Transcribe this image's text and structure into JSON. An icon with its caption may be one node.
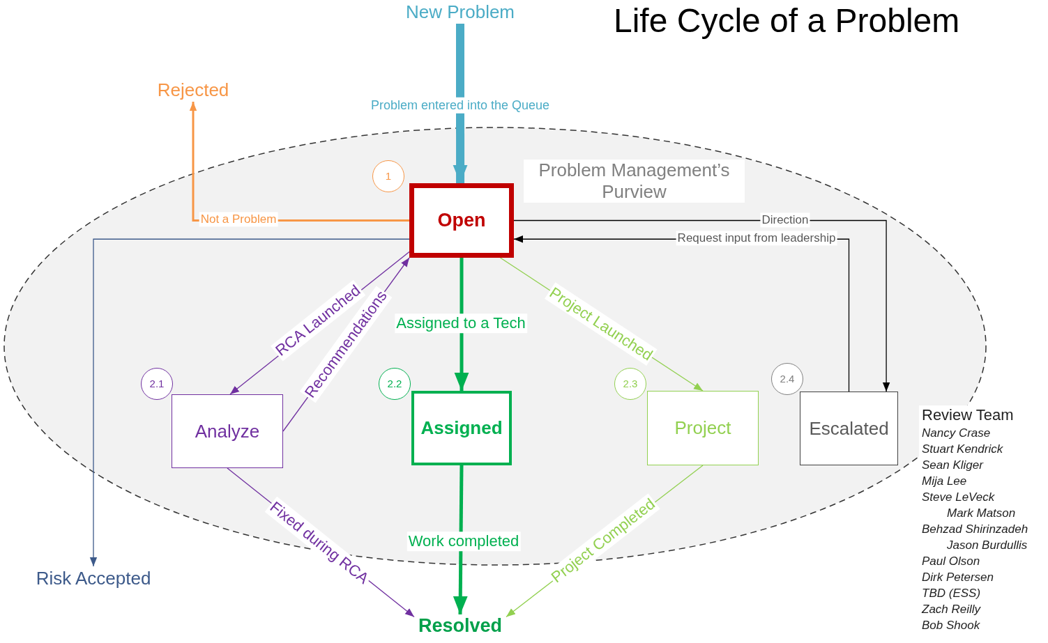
{
  "diagram": {
    "title": "Life Cycle of a Problem",
    "nodes": [
      {
        "text": [
          "Problem Management’s Purview"
        ]
      },
      {
        "text": [
          "New Problem"
        ]
      },
      {
        "text": [
          "Rejected"
        ]
      },
      {
        "text": [
          "Open"
        ],
        "in": 0
      },
      {
        "text": [
          "1"
        ],
        "in": 0
      },
      {
        "text": [
          "2.1"
        ],
        "in": 0
      },
      {
        "text": [
          "Analyze"
        ],
        "in": 0
      },
      {
        "text": [
          "2.2"
        ],
        "in": 0
      },
      {
        "text": [
          "Assigned"
        ],
        "in": 0
      },
      {
        "text": [
          "2.3"
        ],
        "in": 0
      },
      {
        "text": [
          "Project"
        ],
        "in": 0
      },
      {
        "text": [
          "2.4"
        ],
        "in": 0
      },
      {
        "text": [
          "Escalated"
        ],
        "in": 0
      },
      {
        "text": [
          "Risk Accepted"
        ]
      },
      {
        "text": [
          "Resolved"
        ]
      }
    ],
    "edges": [
      {
        "from": 1,
        "to": 3,
        "arrow": "to",
        "label": "Problem entered into the Queue",
        "style": "thick",
        "color": "#4bacc6"
      },
      {
        "from": 3,
        "to": 2,
        "arrow": "to",
        "label": "Not a Problem",
        "color": "#f79646"
      },
      {
        "from": 3,
        "to": 13,
        "arrow": "to",
        "color": "#3d5a8a"
      },
      {
        "from": 3,
        "to": 12,
        "arrow": "to",
        "label": "Direction",
        "color": "#000000"
      },
      {
        "from": 12,
        "to": 3,
        "arrow": "to",
        "label": "Request input from leadership",
        "color": "#000000"
      },
      {
        "from": 3,
        "to": 6,
        "arrow": "to",
        "label": "RCA Launched",
        "color": "#7030a0"
      },
      {
        "from": 6,
        "to": 3,
        "arrow": "to",
        "label": "Recommendations",
        "color": "#7030a0"
      },
      {
        "from": 3,
        "to": 8,
        "arrow": "to",
        "label": "Assigned to a Tech",
        "style": "thick",
        "color": "#00b050"
      },
      {
        "from": 3,
        "to": 10,
        "arrow": "to",
        "label": "Project Launched",
        "color": "#92d050"
      },
      {
        "from": 6,
        "to": 14,
        "arrow": "to",
        "label": "Fixed during RCA",
        "color": "#7030a0"
      },
      {
        "from": 8,
        "to": 14,
        "arrow": "to",
        "label": "Work completed",
        "style": "thick",
        "color": "#00b050"
      },
      {
        "from": 10,
        "to": 14,
        "arrow": "to",
        "label": "Project Completed",
        "color": "#92d050"
      }
    ],
    "labels": [
      "Review Team",
      "Nancy Crase",
      "Stuart Kendrick",
      "Sean Kliger",
      "Mija Lee",
      "Steve LeVeck",
      "Mark Matson",
      "Behzad Shirinzadeh",
      "Jason Burdullis",
      "Paul Olson",
      "Dirk Petersen",
      "TBD (ESS)",
      "Zach Reilly",
      "Bob Shook"
    ]
  }
}
